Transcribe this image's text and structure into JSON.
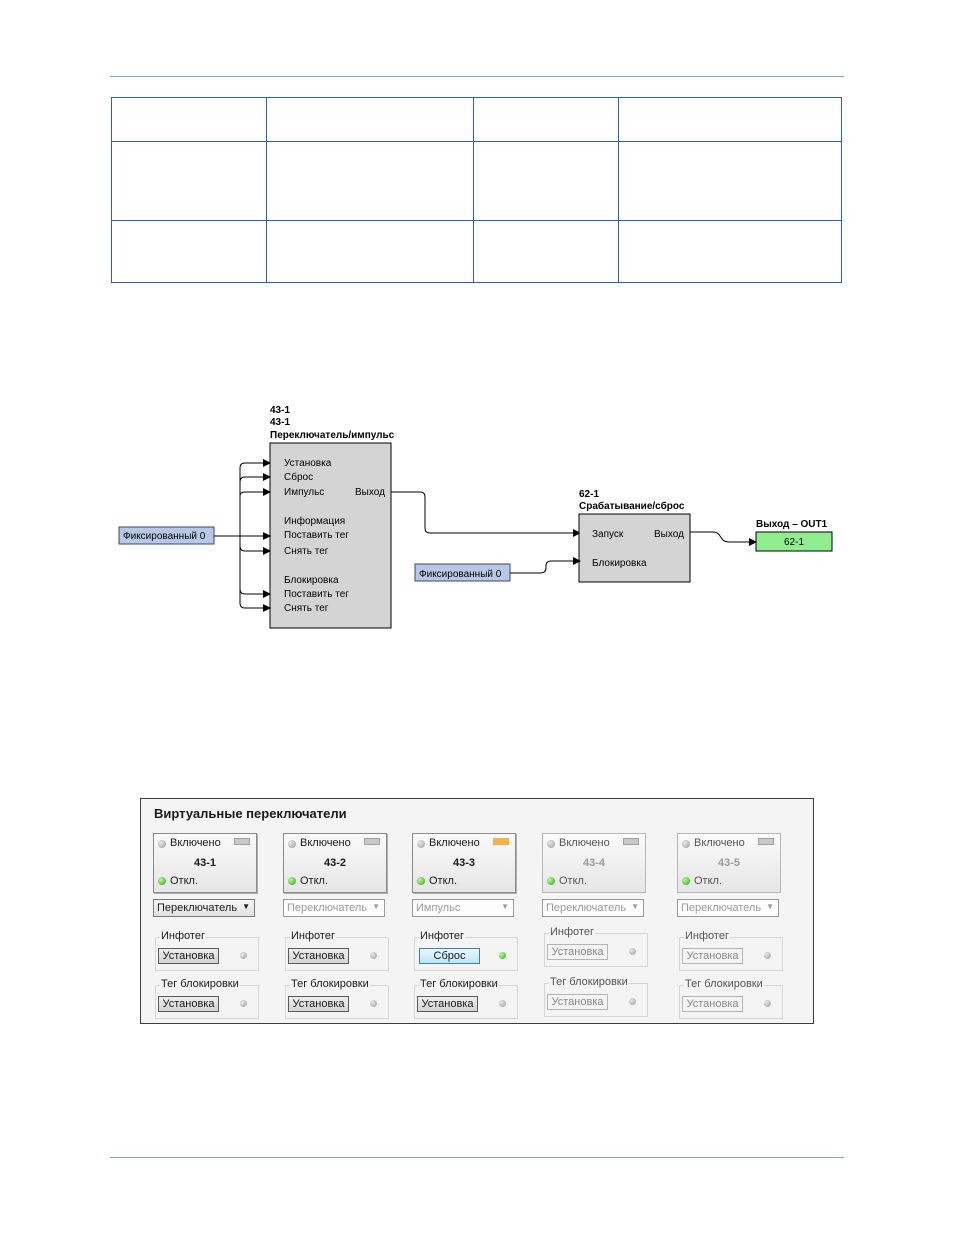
{
  "diagram": {
    "block1": {
      "line1": "43-1",
      "line2": "43-1",
      "line3": "Переключатель/импульс",
      "inputs": [
        "Установка",
        "Сброс",
        "Импульс",
        "Информация",
        "Поставить тег",
        "Снять тег",
        "Блокировка",
        "Поставить тег",
        "Снять тег"
      ],
      "output": "Выход"
    },
    "fixed1": "Фиксированный 0",
    "fixed2": "Фиксированный 0",
    "block2": {
      "line1": "62-1",
      "line2": "Срабатывание/сброс",
      "in1": "Запуск",
      "in2": "Блокировка",
      "output": "Выход"
    },
    "out": {
      "title": "Выход – OUT1",
      "value": "62-1"
    }
  },
  "panel": {
    "title": "Виртуальные переключатели",
    "switches": [
      {
        "id": "43-1",
        "on_label": "Включено",
        "off_label": "Откл.",
        "mode": "Переключатель",
        "info_label": "Инфотег",
        "info_btn": "Установка",
        "lock_label": "Тег блокировки",
        "lock_btn": "Установка"
      },
      {
        "id": "43-2",
        "on_label": "Включено",
        "off_label": "Откл.",
        "mode": "Переключатель",
        "info_label": "Инфотег",
        "info_btn": "Установка",
        "lock_label": "Тег блокировки",
        "lock_btn": "Установка"
      },
      {
        "id": "43-3",
        "on_label": "Включено",
        "off_label": "Откл.",
        "mode": "Импульс",
        "info_label": "Инфотег",
        "info_btn": "Сброс",
        "lock_label": "Тег блокировки",
        "lock_btn": "Установка"
      },
      {
        "id": "43-4",
        "on_label": "Включено",
        "off_label": "Откл.",
        "mode": "Переключатель",
        "info_label": "Инфотег",
        "info_btn": "Установка",
        "lock_label": "Тег блокировки",
        "lock_btn": "Установка"
      },
      {
        "id": "43-5",
        "on_label": "Включено",
        "off_label": "Откл.",
        "mode": "Переключатель",
        "info_label": "Инфотег",
        "info_btn": "Установка",
        "lock_label": "Тег блокировки",
        "lock_btn": "Установка"
      }
    ]
  }
}
